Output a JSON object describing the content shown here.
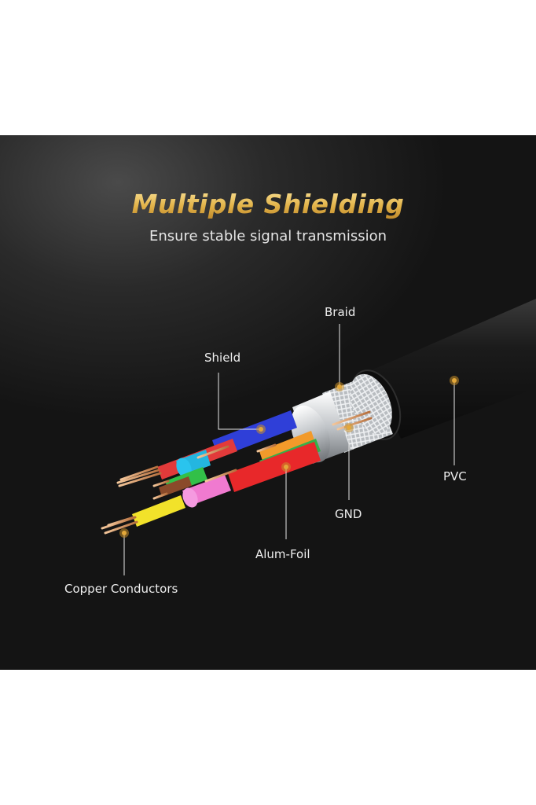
{
  "heading": {
    "title": "Multiple Shielding",
    "subtitle": "Ensure stable signal transmission"
  },
  "labels": {
    "braid": "Braid",
    "shield": "Shield",
    "pvc": "PVC",
    "gnd": "GND",
    "alum_foil": "Alum-Foil",
    "copper_conductors": "Copper Conductors"
  },
  "colors": {
    "title_gold": "#e3b44a",
    "marker_dot": "#c8902a",
    "background": "#1a1a1a"
  }
}
